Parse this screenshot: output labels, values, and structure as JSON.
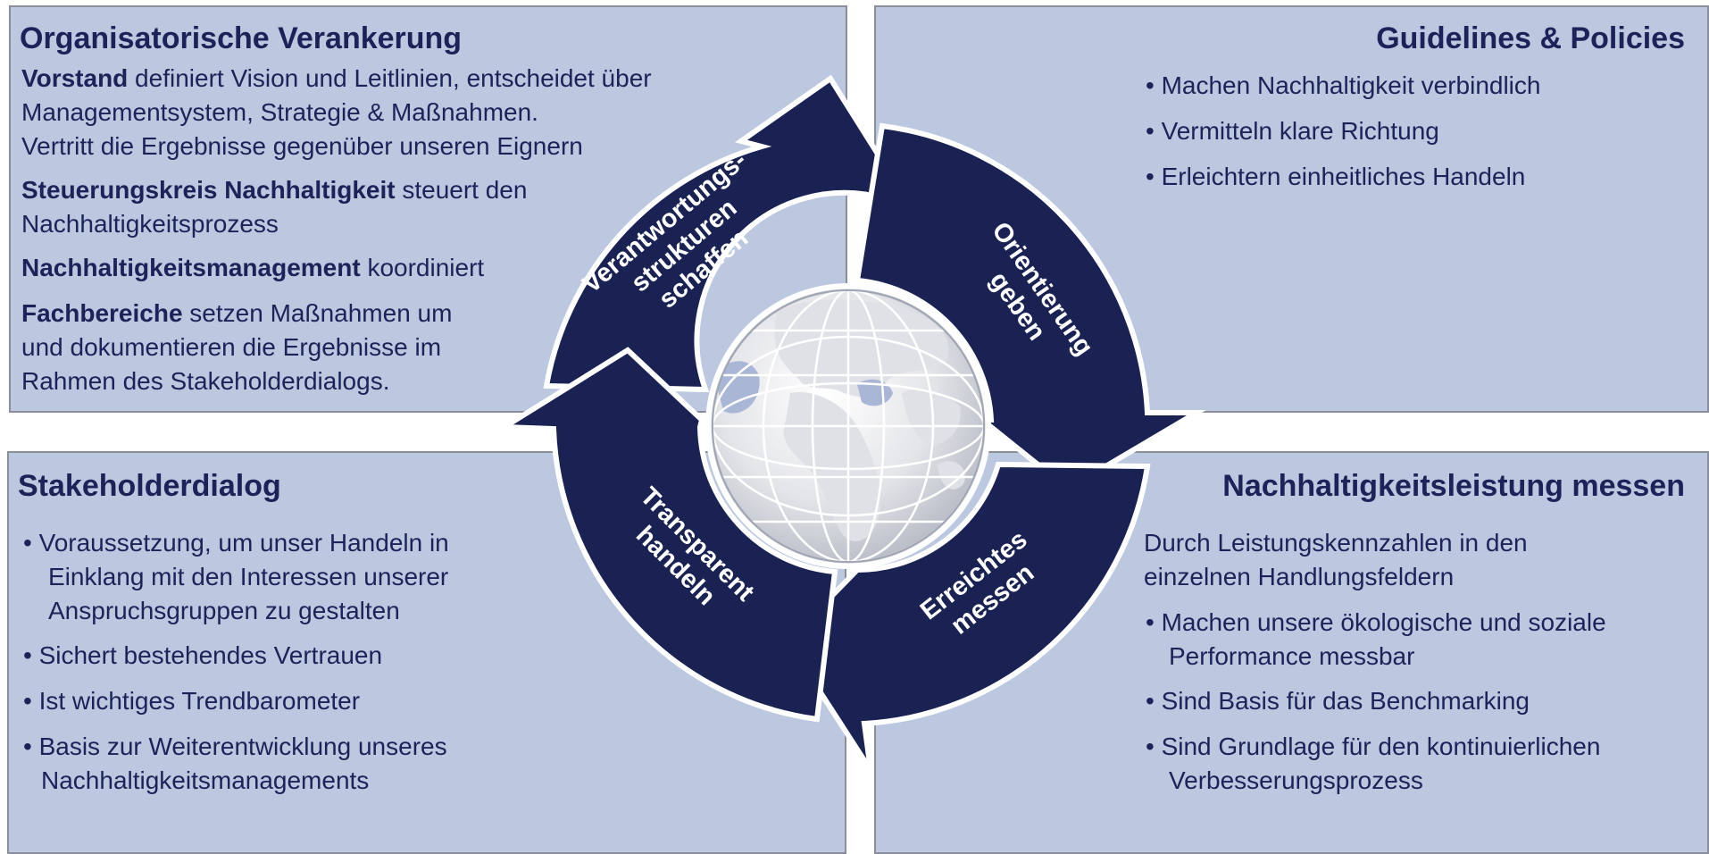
{
  "colors": {
    "panel_bg": "#bcc7e0",
    "panel_border": "#8a8f99",
    "arrow_navy": "#1a2153",
    "text_navy": "#1b2358",
    "globe": "#e6e6e8"
  },
  "top_left": {
    "title": "Organisatorische Verankerung",
    "vorstand_bold": "Vorstand",
    "vorstand_line1": " definiert Vision und Leitlinien, entscheidet über",
    "vorstand_line2": "Managementsystem, Strategie & Maßnahmen.",
    "vorstand_line3": "Vertritt die Ergebnisse gegenüber unseren Eignern",
    "steuerung_bold": "Steuerungskreis Nachhaltigkeit",
    "steuerung_line1": " steuert den",
    "steuerung_line2": "Nachhaltigkeitsprozess",
    "nm_bold": "Nachhaltigkeitsmanagement",
    "nm_line1": " koordiniert",
    "fach_bold": "Fachbereiche",
    "fach_line1": " setzen Maßnahmen um",
    "fach_line2": "und dokumentieren die Ergebnisse im",
    "fach_line3": "Rahmen des Stakeholderdialogs."
  },
  "top_right": {
    "title": "Guidelines & Policies",
    "bullets": [
      "• Machen Nachhaltigkeit verbindlich",
      "• Vermitteln klare Richtung",
      "• Erleichtern einheitliches Handeln"
    ]
  },
  "bottom_left": {
    "title": "Stakeholderdialog",
    "b1_line1": "• Voraussetzung, um unser Handeln in",
    "b1_line2": "Einklang mit den Interessen unserer",
    "b1_line3": "Anspruchsgruppen zu gestalten",
    "b2": "• Sichert bestehendes Vertrauen",
    "b3": "• Ist wichtiges Trendbarometer",
    "b4_line1": "• Basis zur Weiterentwicklung unseres",
    "b4_line2": "Nachhaltigkeitsmanagements"
  },
  "bottom_right": {
    "title": "Nachhaltigkeitsleistung messen",
    "intro_line1": "Durch Leistungskennzahlen in den",
    "intro_line2": "einzelnen Handlungsfeldern",
    "b1_line1": "• Machen unsere ökologische und soziale",
    "b1_line2": "Performance messbar",
    "b2": "• Sind Basis für das Benchmarking",
    "b3_line1": "• Sind Grundlage für den kontinuierlichen",
    "b3_line2": "Verbesserungsprozess"
  },
  "cycle": {
    "arrow_tl": [
      "Verantwortungs-",
      "strukturen",
      "schaffen"
    ],
    "arrow_tr": [
      "Orientierung",
      "geben"
    ],
    "arrow_br": [
      "Erreichtes",
      "messen"
    ],
    "arrow_bl": [
      "Transparent",
      "handeln"
    ],
    "globe_icon": "globe-icon"
  }
}
